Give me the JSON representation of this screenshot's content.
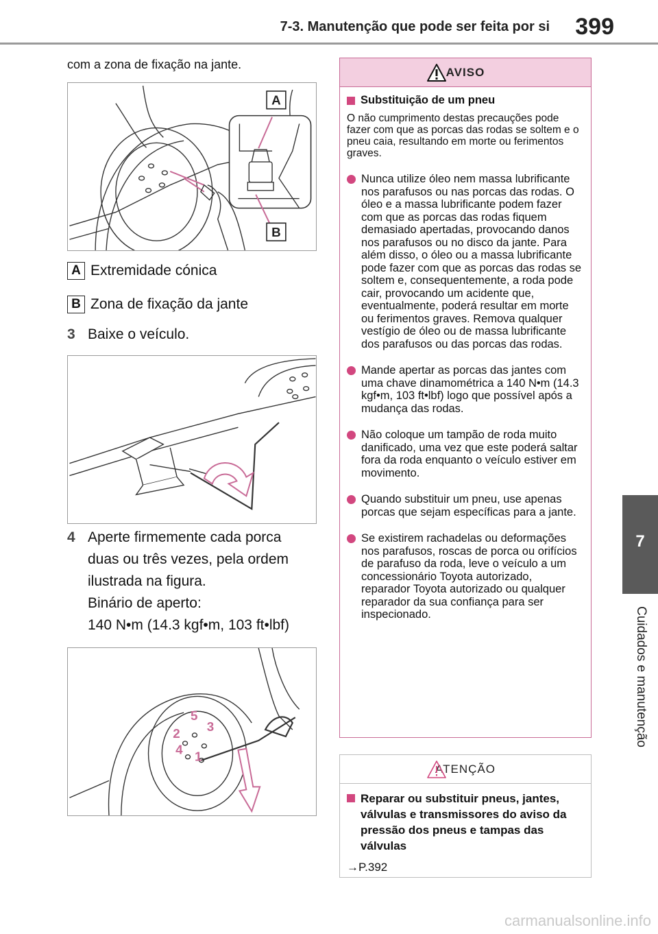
{
  "header": {
    "section_title": "7-3. Manutenção que pode ser feita por si",
    "page_number": "399"
  },
  "side_tab": {
    "chapter_number": "7",
    "chapter_label": "Cuidados e manutenção"
  },
  "left": {
    "intro_text": "com a zona de fixação na jante.",
    "figure1_callouts": [
      "A",
      "B"
    ],
    "labels": [
      {
        "key": "A",
        "text": "Extremidade cónica"
      },
      {
        "key": "B",
        "text": "Zona de fixação da jante"
      }
    ],
    "step3": {
      "number": "3",
      "text": "Baixe o veículo."
    },
    "step4": {
      "number": "4",
      "lines": [
        "Aperte firmemente cada porca",
        "duas ou três vezes, pela ordem",
        "ilustrada na figura.",
        "Binário de aperto:",
        "140 N•m (14.3 kgf•m, 103 ft•lbf)"
      ]
    },
    "figure3_order": [
      "1",
      "2",
      "3",
      "4",
      "5"
    ]
  },
  "warning": {
    "title": "AVISO",
    "subtitle": "Substituição de um pneu",
    "intro": "O não cumprimento destas precauções pode fazer com que as porcas das rodas se soltem e o pneu caia, resultando em morte ou ferimentos graves.",
    "bullets": [
      "Nunca utilize óleo nem massa lubrificante nos parafusos ou nas porcas das rodas. O óleo e a massa lubrificante podem fazer com que as porcas das rodas fiquem demasiado apertadas, provocando danos nos parafusos ou no disco da jante. Para além disso, o óleo ou a massa lubrificante pode fazer com que as porcas das rodas se soltem e, consequentemente, a roda pode cair, provocando um acidente que, eventualmente, poderá resultar em morte ou ferimentos graves. Remova qualquer vestígio de óleo ou de massa lubrificante dos parafusos ou das porcas das rodas.",
      "Mande apertar as porcas das jantes com uma chave dinamométrica a 140 N•m (14.3 kgf•m, 103 ft•lbf) logo que possível após a mudança das rodas.",
      "Não coloque um tampão de roda muito danificado, uma vez que este poderá saltar fora da roda enquanto o veículo estiver em movimento.",
      "Quando substituir um pneu, use apenas porcas que sejam específicas para a jante.",
      "Se existirem rachadelas ou deformações nos parafusos, roscas de porca ou orifícios de parafuso da roda, leve o veículo a um concessionário Toyota autorizado, reparador Toyota autorizado ou qualquer reparador da sua confiança para ser inspecionado."
    ]
  },
  "notice": {
    "title": "ATENÇÃO",
    "subtitle": "Reparar ou substituir pneus, jantes, válvulas e transmissores do aviso da pressão dos pneus e tampas das válvulas",
    "reference": "→P.392"
  },
  "watermark": "carmanualsonline.info",
  "colors": {
    "accent": "#d2477f",
    "warning_header_bg": "#f3cfe0",
    "tab_bg": "#5a5a5a"
  }
}
